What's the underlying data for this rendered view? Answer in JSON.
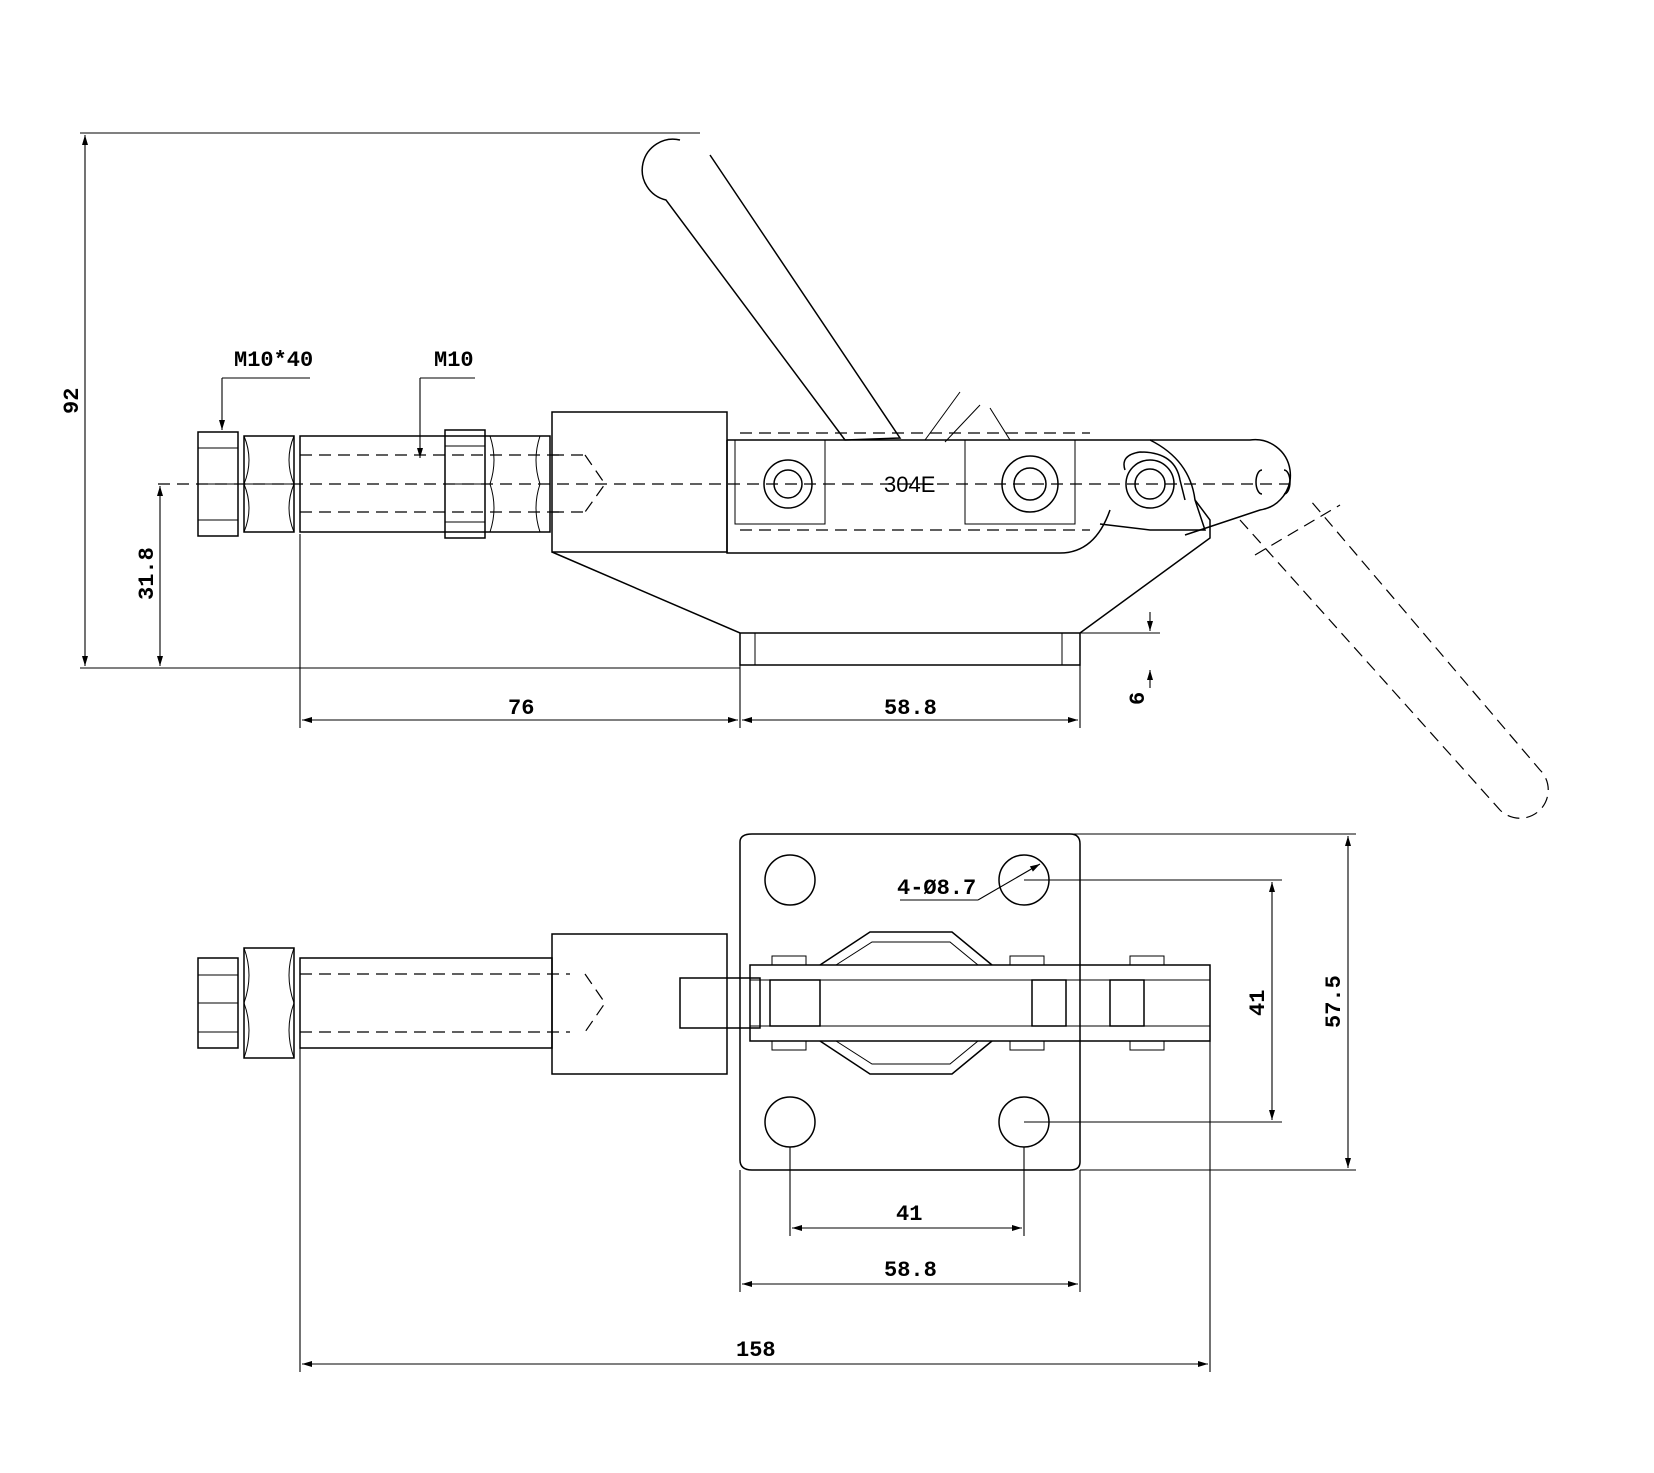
{
  "labels": {
    "stud": "M10*40",
    "nut": "M10",
    "model": "304E",
    "height_total": "92",
    "height_axis": "31.8",
    "base_thickness": "6",
    "plunger_reach": "76",
    "base_len_side": "58.8",
    "holes": "4-Ø8.7",
    "hole_pitch_v": "41",
    "base_width": "57.5",
    "hole_pitch_h": "41",
    "base_len_top": "58.8",
    "overall_len": "158"
  }
}
